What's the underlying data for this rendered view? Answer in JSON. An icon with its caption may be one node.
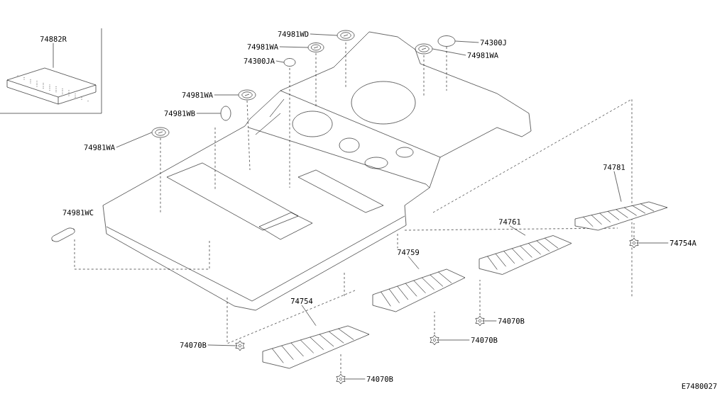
{
  "diagram": {
    "nodes": [
      {
        "text": [
          "74882R"
        ]
      },
      {
        "text": [],
        "shape": "box"
      },
      {
        "text": [
          "74981WD"
        ]
      },
      {
        "text": [],
        "shape": "circle"
      },
      {
        "text": [
          "74981WA"
        ]
      },
      {
        "text": [],
        "shape": "circle"
      },
      {
        "text": [
          "74300JA"
        ]
      },
      {
        "text": [],
        "shape": "circle"
      },
      {
        "text": [
          "74300J"
        ]
      },
      {
        "text": [],
        "shape": "circle"
      },
      {
        "text": [
          "74981WA"
        ]
      },
      {
        "text": [],
        "shape": "circle"
      },
      {
        "text": [
          "74981WA"
        ]
      },
      {
        "text": [],
        "shape": "circle"
      },
      {
        "text": [
          "74981WB"
        ]
      },
      {
        "text": [],
        "shape": "circle"
      },
      {
        "text": [
          "74981WA"
        ]
      },
      {
        "text": [],
        "shape": "circle"
      },
      {
        "text": [
          "74781"
        ]
      },
      {
        "text": [],
        "shape": "picture"
      },
      {
        "text": [
          "74761"
        ]
      },
      {
        "text": [],
        "shape": "picture"
      },
      {
        "text": [
          "74759"
        ]
      },
      {
        "text": [],
        "shape": "picture"
      },
      {
        "text": [
          "74754"
        ]
      },
      {
        "text": [],
        "shape": "picture"
      },
      {
        "text": [
          "74754A"
        ]
      },
      {
        "text": [],
        "shape": "star"
      },
      {
        "text": [
          "74070B"
        ]
      },
      {
        "text": [],
        "shape": "star"
      },
      {
        "text": [
          "74070B"
        ]
      },
      {
        "text": [],
        "shape": "star"
      },
      {
        "text": [
          "74070B"
        ]
      },
      {
        "text": [],
        "shape": "star"
      },
      {
        "text": [
          "74070B"
        ]
      },
      {
        "text": [],
        "shape": "star"
      }
    ],
    "edges": [
      {
        "from": 0,
        "to": 1,
        "arrow": "none"
      },
      {
        "from": 2,
        "to": 3,
        "arrow": "none"
      },
      {
        "from": 4,
        "to": 5,
        "arrow": "none"
      },
      {
        "from": 6,
        "to": 7,
        "arrow": "none"
      },
      {
        "from": 8,
        "to": 9,
        "arrow": "none"
      },
      {
        "from": 10,
        "to": 11,
        "arrow": "none"
      },
      {
        "from": 12,
        "to": 13,
        "arrow": "none"
      },
      {
        "from": 14,
        "to": 15,
        "arrow": "none"
      },
      {
        "from": 16,
        "to": 17,
        "arrow": "none"
      },
      {
        "from": 18,
        "to": 19,
        "arrow": "none"
      },
      {
        "from": 20,
        "to": 21,
        "arrow": "none"
      },
      {
        "from": 22,
        "to": 23,
        "arrow": "none"
      },
      {
        "from": 24,
        "to": 25,
        "arrow": "none"
      },
      {
        "from": 26,
        "to": 27,
        "arrow": "none"
      },
      {
        "from": 28,
        "to": 29,
        "arrow": "none"
      },
      {
        "from": 30,
        "to": 31,
        "arrow": "none"
      },
      {
        "from": 32,
        "to": 33,
        "arrow": "none"
      },
      {
        "from": 34,
        "to": 35,
        "arrow": "none"
      }
    ],
    "labels": [
      "74981WC",
      "E7480027"
    ]
  }
}
